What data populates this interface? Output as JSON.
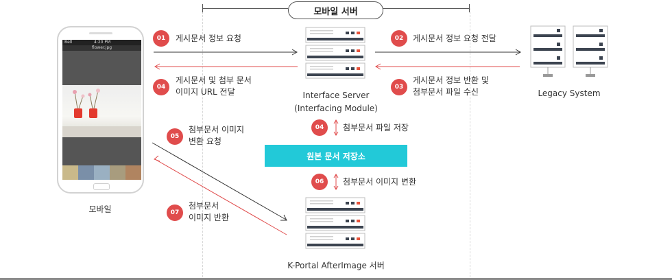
{
  "title": "모바일 서버",
  "steps": {
    "s01": {
      "num": "01",
      "text": "게시문서 정보 요청"
    },
    "s02": {
      "num": "02",
      "text": "게시문서 정보 요청 전달"
    },
    "s03": {
      "num": "03",
      "line1": "게시문서 정보 반환 및",
      "line2": "첨부문서 파일 수신"
    },
    "s04a": {
      "num": "04",
      "line1": "게시문서 및 첨부 문서",
      "line2": "이미지 URL 전달"
    },
    "s04b": {
      "num": "04",
      "text": "첨부문서 파일 저장"
    },
    "s05": {
      "num": "05",
      "line1": "첨부문서 이미지",
      "line2": "변환 요청"
    },
    "s06": {
      "num": "06",
      "text": "첨부문서 이미지 변환"
    },
    "s07": {
      "num": "07",
      "line1": "첨부문서",
      "line2": "이미지 반환"
    }
  },
  "nodes": {
    "mobile": "모바일",
    "interface_line1": "Interface Server",
    "interface_line2": "(Interfacing Module)",
    "legacy": "Legacy System",
    "storage": "원본 문서 저장소",
    "kportal": "K-Portal AfterImage 서버"
  },
  "phone": {
    "carrier": "Bell",
    "time": "4:20 PM",
    "filename": "flower.jpg"
  },
  "colors": {
    "badge": "#e04c4c",
    "storage": "#22c9d8",
    "arrow_request": "#333333",
    "arrow_response": "#e04c4c"
  }
}
